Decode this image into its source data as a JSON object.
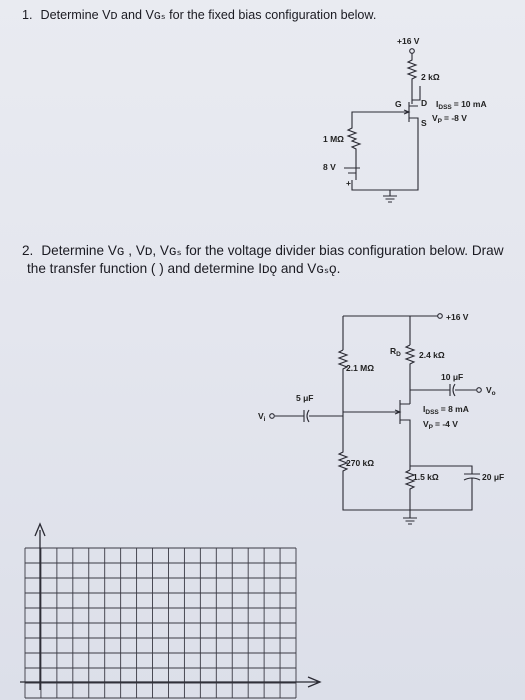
{
  "problem1": {
    "number": "1.",
    "text": "Determine Vᴅ and Vɢₛ for the fixed bias configuration below.",
    "circuit": {
      "supply": "+16 V",
      "rd": "2 kΩ",
      "gate_label": "G",
      "drain_label": "D",
      "source_label": "S",
      "idss_label": "I",
      "idss_sub": "DSS",
      "idss_value": "= 10 mA",
      "vp_label": "V",
      "vp_sub": "P",
      "vp_value": "= -8 V",
      "rg": "1 MΩ",
      "vgg": "8 V",
      "plus": "+"
    }
  },
  "problem2": {
    "number": "2.",
    "line1": "Determine Vɢ , Vᴅ, Vɢₛ for the voltage divider bias configuration below. Draw",
    "line2": "the transfer function (   ) and determine Iᴅǫ and Vɢₛǫ.",
    "circuit": {
      "supply": "+16 V",
      "rd_label": "R",
      "rd_sub": "D",
      "rd": "2.4 kΩ",
      "r1": "2.1 MΩ",
      "cout": "10 μF",
      "vo_label": "V",
      "vo_sub": "o",
      "cin": "5 μF",
      "vi_label": "V",
      "vi_sub": "i",
      "idss_label": "I",
      "idss_sub": "DSS",
      "idss_value": "= 8 mA",
      "vp_label": "V",
      "vp_sub": "P",
      "vp_value": "= -4 V",
      "r2": "270 kΩ",
      "rs": "1.5 kΩ",
      "cs": "20 μF"
    }
  },
  "graph": {
    "rows": 10,
    "cols": 17
  }
}
